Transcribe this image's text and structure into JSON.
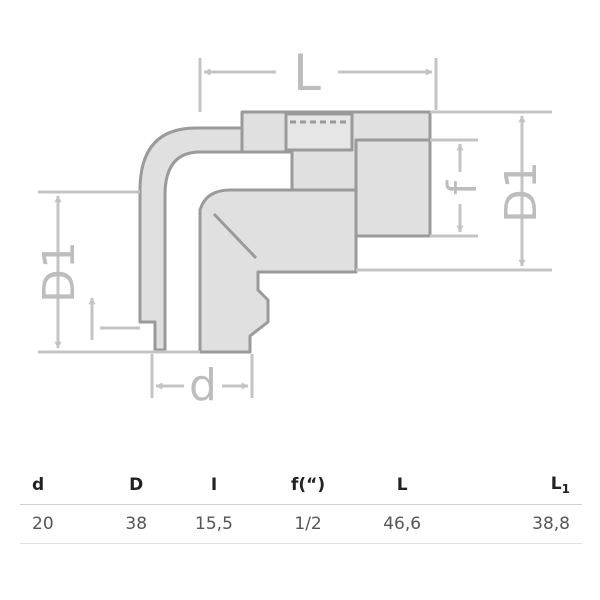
{
  "drawing": {
    "dimension_labels": {
      "L": "L",
      "f": "f",
      "D1_right": "D1",
      "D1_left": "D1",
      "d": "d"
    },
    "colors": {
      "outline": "#9a9a9a",
      "fill": "#e0e0e0",
      "dim_line": "#c4c4c4",
      "dim_text": "#bdbdbd"
    }
  },
  "table": {
    "headers": [
      {
        "main": "d",
        "sub": ""
      },
      {
        "main": "D",
        "sub": ""
      },
      {
        "main": "I",
        "sub": ""
      },
      {
        "main": "f(“)",
        "sub": ""
      },
      {
        "main": "L",
        "sub": ""
      },
      {
        "main": "L",
        "sub": "1"
      }
    ],
    "rows": [
      [
        "20",
        "38",
        "15,5",
        "1/2",
        "46,6",
        "38,8"
      ]
    ]
  }
}
